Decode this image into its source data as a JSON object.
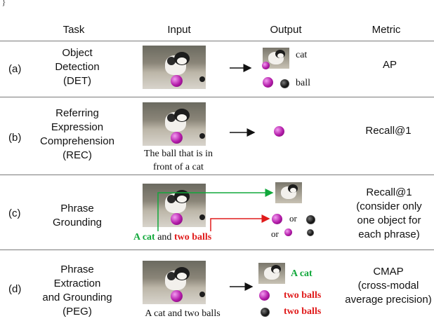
{
  "top_fragment": "}",
  "headers": {
    "task": "Task",
    "input": "Input",
    "output": "Output",
    "metric": "Metric"
  },
  "rows": [
    {
      "id": "(a)",
      "task": [
        "Object",
        "Detection",
        "(DET)"
      ],
      "output": [
        "cat",
        "ball"
      ],
      "metric": [
        "AP"
      ]
    },
    {
      "id": "(b)",
      "task": [
        "Referring",
        "Expression",
        "Comprehension",
        "(REC)"
      ],
      "caption": [
        "The ball that is in",
        "front of a cat"
      ],
      "metric": [
        "Recall@1"
      ]
    },
    {
      "id": "(c)",
      "task": [
        "Phrase",
        "Grounding"
      ],
      "caption_parts": {
        "a": "A cat",
        "mid": " and ",
        "b": "two balls"
      },
      "or_1": "or",
      "or_2": "or",
      "metric": [
        "Recall@1",
        "(consider only",
        "one object for",
        "each phrase)"
      ]
    },
    {
      "id": "(d)",
      "task": [
        "Phrase",
        "Extraction",
        "and Grounding",
        "(PEG)"
      ],
      "caption": [
        "A cat and two balls"
      ],
      "output": [
        "A cat",
        "two balls",
        "two balls"
      ],
      "metric": [
        "CMAP",
        "(cross-modal",
        "average precision)"
      ]
    }
  ],
  "colors": {
    "green": "#11a83b",
    "red": "#e01b1b",
    "rule": "#7a7a7a"
  },
  "icons": [
    "cat-photo",
    "purple-ball-icon",
    "dark-ball-icon",
    "arrow-right-icon"
  ]
}
